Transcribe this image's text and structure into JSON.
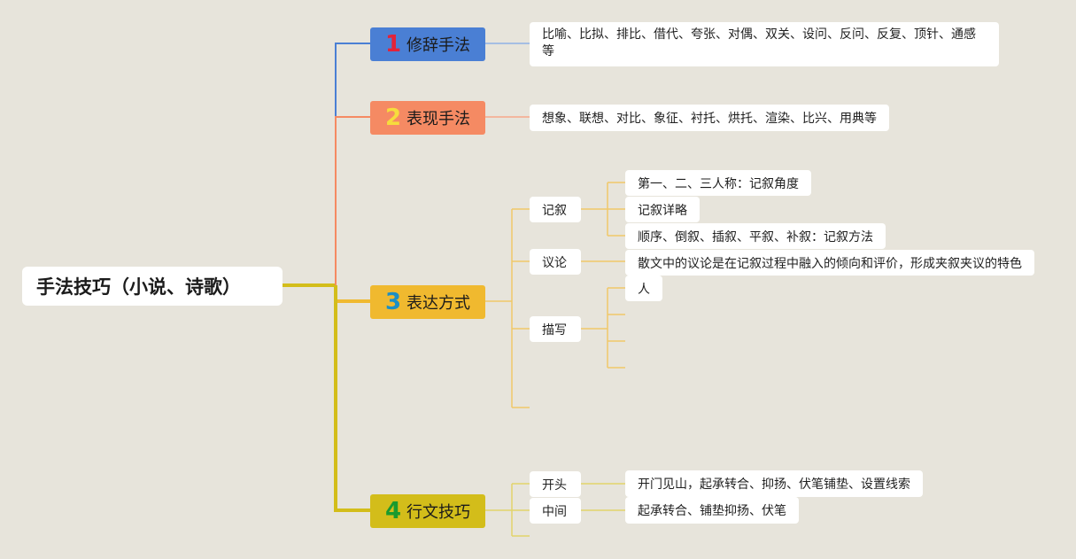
{
  "root": {
    "label": "手法技巧（小说、诗歌）"
  },
  "colors": {
    "blue": "#4a7fd4",
    "orange": "#f58a63",
    "yellow": "#f0b92f",
    "olive": "#d3bd1a",
    "num_red": "#e2233a",
    "num_yellow": "#f6dc3d",
    "num_teal": "#1c8fc4",
    "num_green": "#1a9a2e"
  },
  "branches": [
    {
      "num": "1",
      "label": "修辞手法",
      "leaf": "比喻、比拟、排比、借代、夸张、对偶、双关、设问、反问、反复、顶针、通感等"
    },
    {
      "num": "2",
      "label": "表现手法",
      "leaf": "想象、联想、对比、象征、衬托、烘托、渲染、比兴、用典等"
    },
    {
      "num": "3",
      "label": "表达方式",
      "subs": [
        {
          "label": "记叙",
          "leaves": [
            "第一、二、三人称：记叙角度",
            "记叙详略",
            "顺序、倒叙、插叙、平叙、补叙：记叙方法"
          ]
        },
        {
          "label": "议论",
          "leaves": [
            "散文中的议论是在记叙过程中融入的倾向和评价，形成夹叙夹议的特色"
          ]
        },
        {
          "label": "描写",
          "leaves": [
            "人"
          ]
        }
      ]
    },
    {
      "num": "4",
      "label": "行文技巧",
      "subs": [
        {
          "label": "开头",
          "leaves": [
            "开门见山，起承转合、抑扬、伏笔铺垫、设置线索"
          ]
        },
        {
          "label": "中间",
          "leaves": [
            "起承转合、铺垫抑扬、伏笔"
          ]
        }
      ]
    }
  ]
}
